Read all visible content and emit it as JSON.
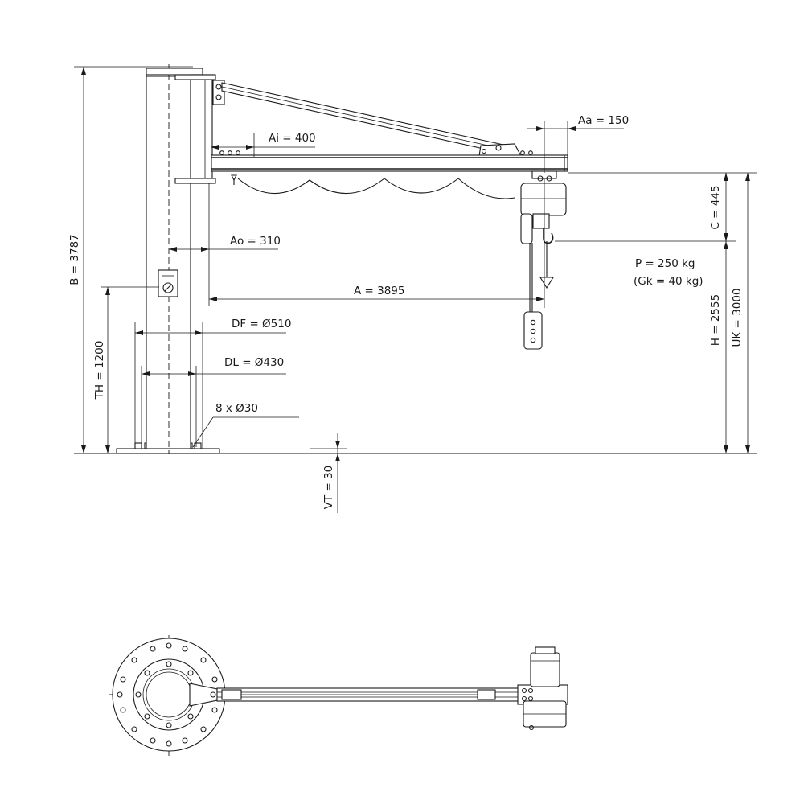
{
  "dimensions": {
    "B": "B = 3787",
    "TH": "TH = 1200",
    "Ai": "Ai = 400",
    "Aa": "Aa = 150",
    "Ao": "Ao = 310",
    "A": "A = 3895",
    "DF": "DF = Ø510",
    "DL": "DL = Ø430",
    "holes": "8 x Ø30",
    "VT": "VT = 30",
    "C": "C = 445",
    "H": "H = 2555",
    "UK": "UK = 3000"
  },
  "load": {
    "P": "P = 250 kg",
    "Gk": "(Gk = 40 kg)"
  }
}
